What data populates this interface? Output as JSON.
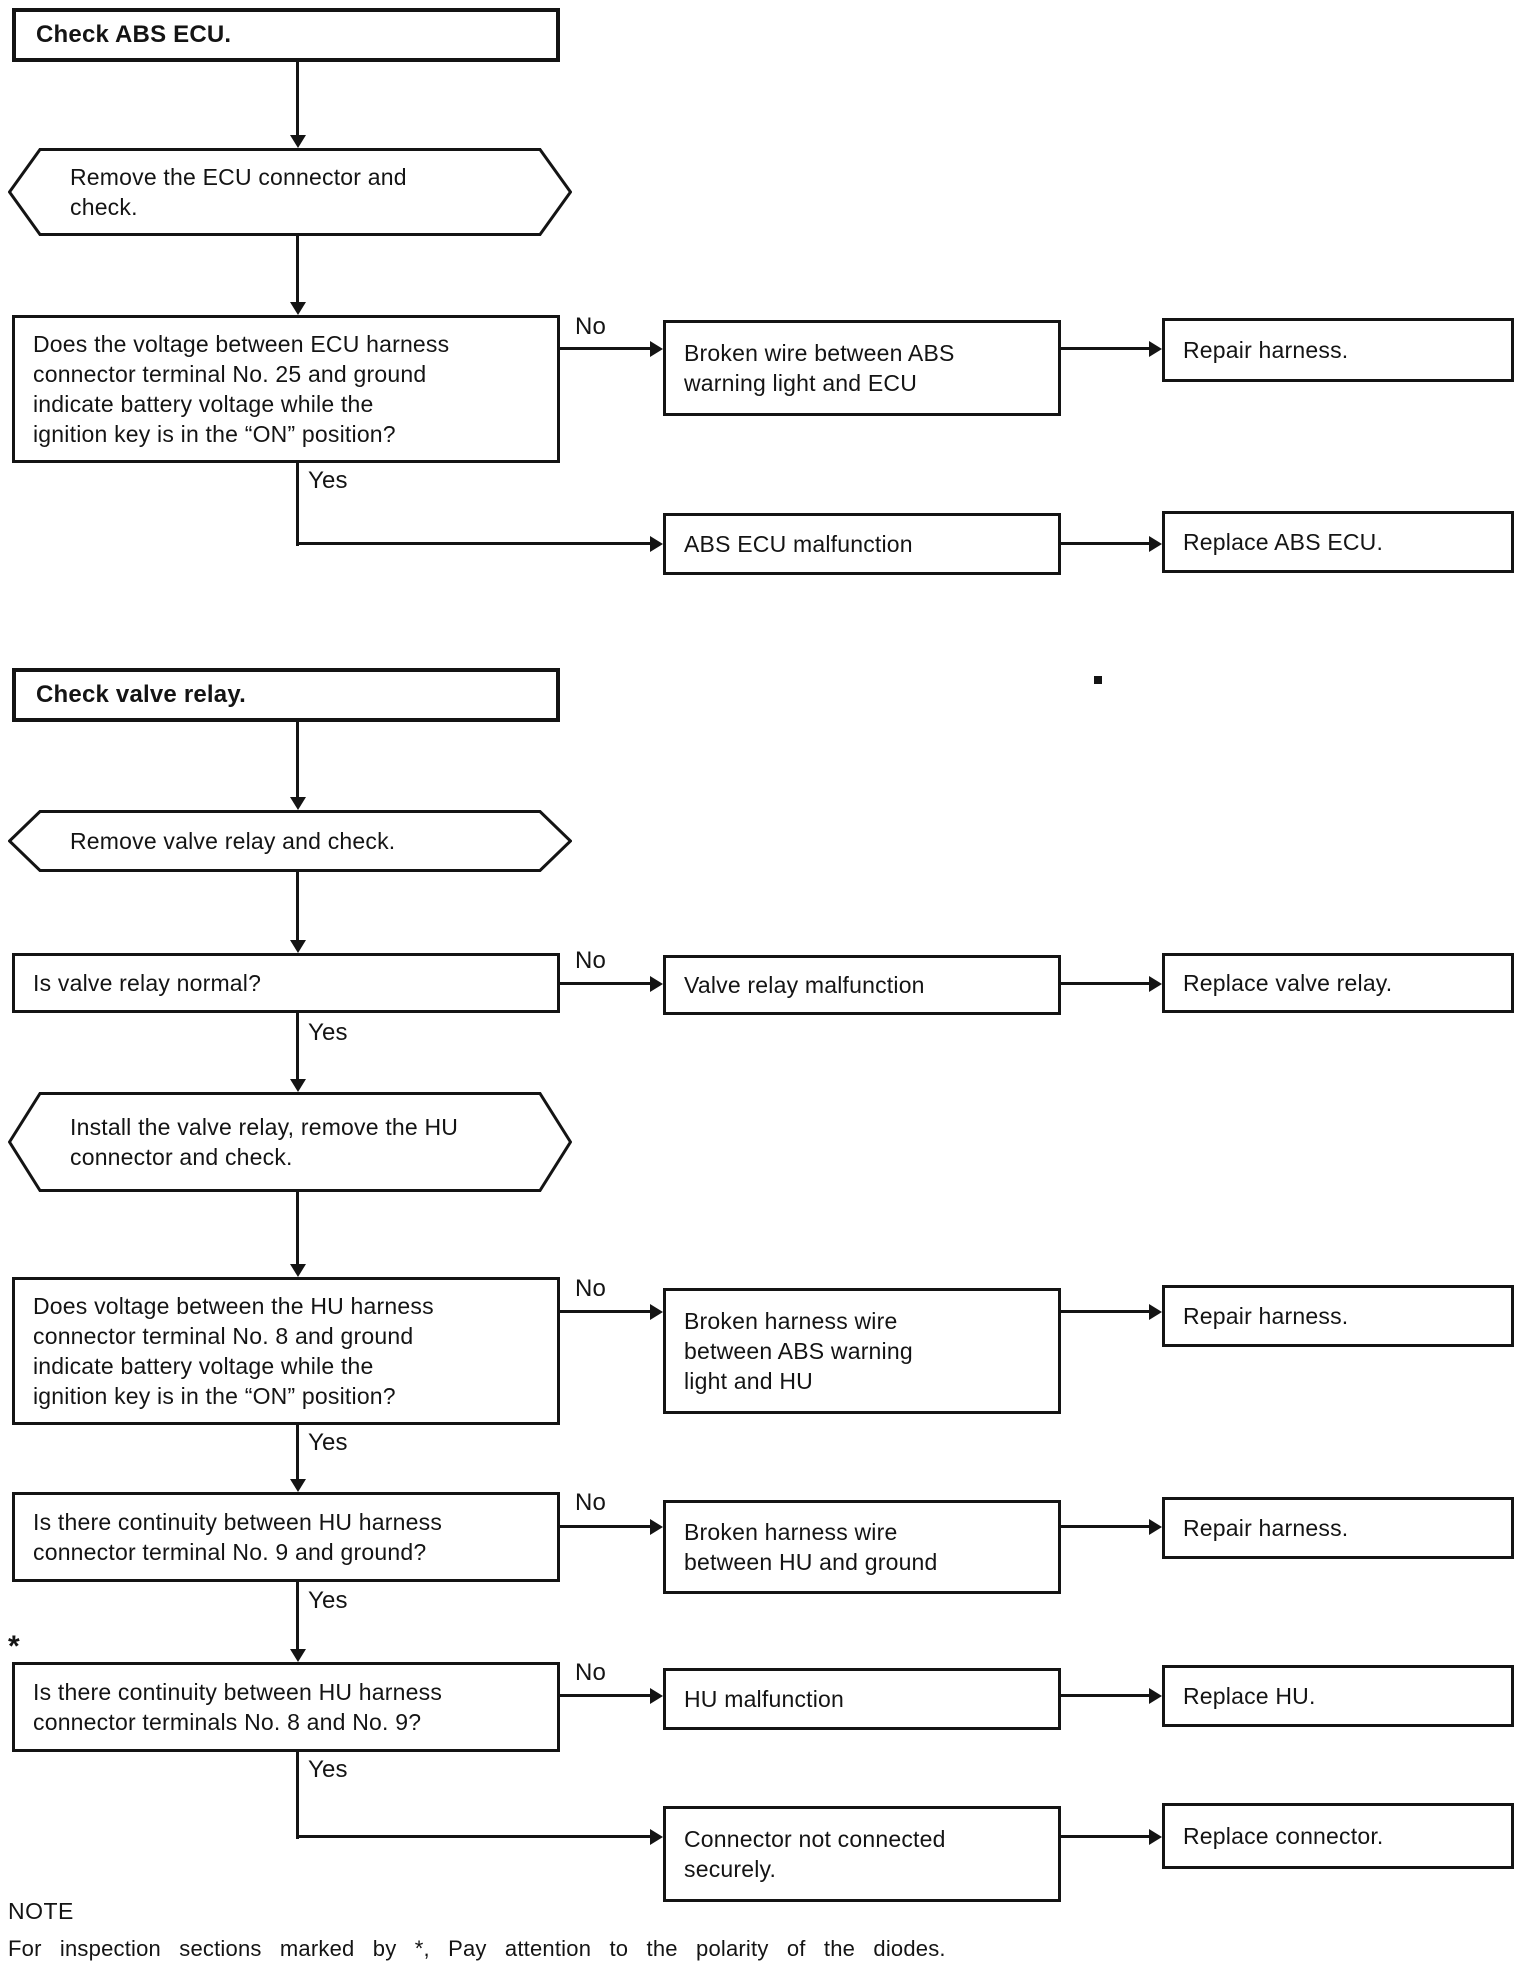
{
  "page": {
    "background": "#ffffff",
    "ink": "#141414"
  },
  "labels": {
    "yes": "Yes",
    "no": "No",
    "asterisk": "*"
  },
  "note": {
    "title": "NOTE",
    "body": "For inspection sections marked by *, Pay attention to the polarity of the diodes."
  },
  "abs_ecu": {
    "title": "Check ABS ECU.",
    "prep": "Remove the ECU connector and\ncheck.",
    "question": "Does the voltage between ECU harness\nconnector terminal No. 25 and ground\nindicate battery voltage while the\nignition key is in the “ON” position?",
    "no_cause": "Broken wire between ABS\nwarning light and ECU",
    "no_action": "Repair harness.",
    "yes_cause": "ABS ECU malfunction",
    "yes_action": "Replace ABS ECU."
  },
  "valve_relay": {
    "title": "Check valve relay.",
    "prep1": "Remove valve relay and check.",
    "q1": "Is valve relay normal?",
    "q1_no_cause": "Valve relay malfunction",
    "q1_no_action": "Replace valve relay.",
    "prep2": "Install the valve relay, remove the HU\nconnector and check.",
    "q2": "Does voltage between the HU harness\nconnector terminal No. 8 and ground\nindicate battery voltage while the\nignition key is in the “ON” position?",
    "q2_no_cause": "Broken harness wire\nbetween ABS warning\nlight and HU",
    "q2_no_action": "Repair harness.",
    "q3": "Is there continuity between HU harness\nconnector terminal No. 9 and ground?",
    "q3_no_cause": "Broken harness wire\nbetween HU and ground",
    "q3_no_action": "Repair harness.",
    "q4": "Is there continuity between HU harness\nconnector terminals No. 8 and No. 9?",
    "q4_no_cause": "HU malfunction",
    "q4_no_action": "Replace HU.",
    "q4_yes_cause": "Connector not connected\nsecurely.",
    "q4_yes_action": "Replace connector."
  }
}
